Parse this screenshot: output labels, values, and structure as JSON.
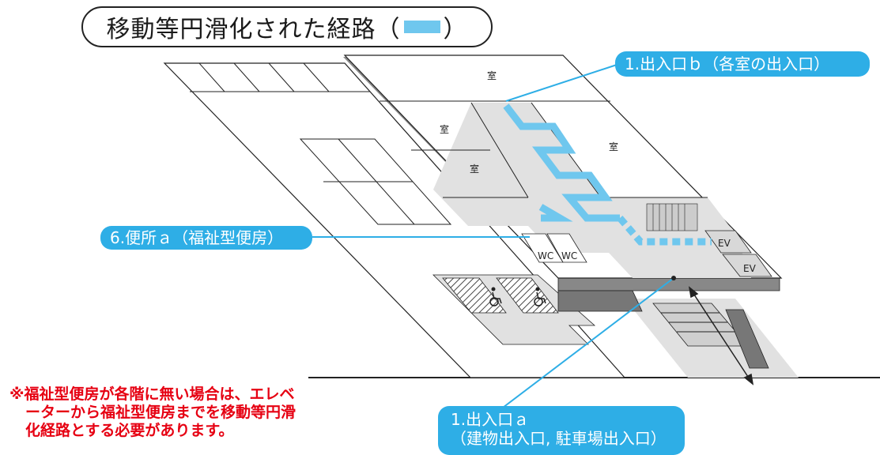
{
  "title": {
    "text_before": "移動等円滑化された経路（",
    "text_after": "）",
    "legend_color": "#6fc7ee"
  },
  "callouts": {
    "entrance_b": "1.出入口ｂ（各室の出入口）",
    "toilet_a": "6.便所ａ（福祉型便房）",
    "entrance_a_line1": "1.出入口ａ",
    "entrance_a_line2": "（建物出入口, 駐車場出入口）"
  },
  "note": {
    "line1": "※福祉型便房が各階に無い場合は、エレベ",
    "line2": "ーターから福祉型便房までを移動等円滑",
    "line3": "化経路とする必要があります。"
  },
  "labels": {
    "room_top": "室",
    "room_left1": "室",
    "room_left2": "室",
    "room_right": "室",
    "wc1": "WC",
    "wc2": "WC",
    "ev1": "EV",
    "ev2": "EV"
  },
  "colors": {
    "route": "#6fc7ee",
    "callout": "#2eaee6",
    "floor": "#e1e1e1",
    "slab_side": "#888888",
    "note": "#e60012"
  },
  "icons": [
    "wheelchair-icon",
    "wheelchair-icon",
    "double-arrow-icon"
  ]
}
